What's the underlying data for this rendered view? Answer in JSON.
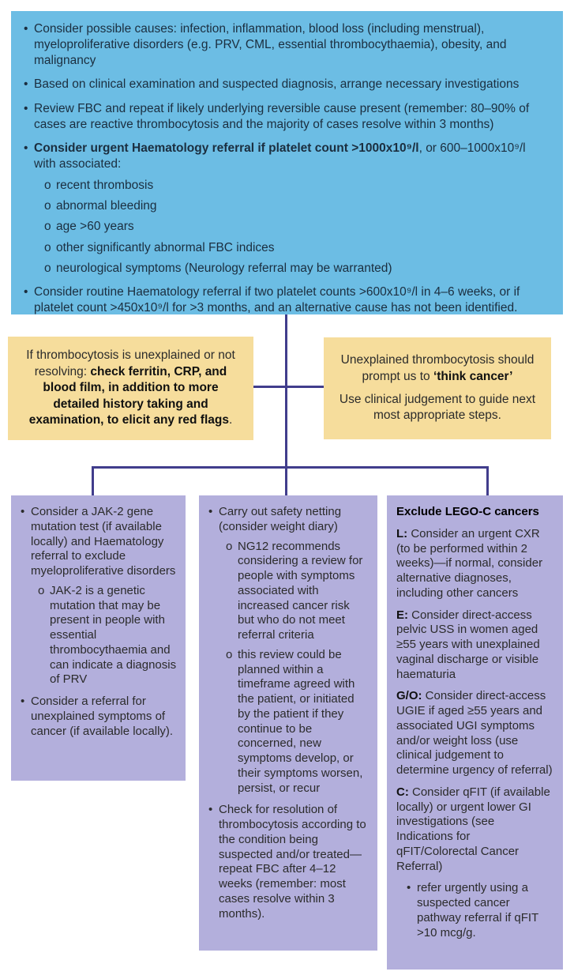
{
  "palette": {
    "blue": "#6cbde4",
    "blue_text": "#1b2e3f",
    "yellow": "#f6dd9c",
    "purple": "#b3afdc",
    "line": "#413d8c",
    "dark_text": "#2b2b2b"
  },
  "markers": {
    "bullet": "•",
    "sub": "o"
  },
  "top_box": {
    "bullets": [
      {
        "segments": [
          {
            "t": "Consider possible causes: infection, inflammation, blood loss (including menstrual), myeloproliferative disorders (e.g. PRV, CML, essential thrombocythaemia), obesity, and malignancy"
          }
        ]
      },
      {
        "segments": [
          {
            "t": "Based on clinical examination and suspected diagnosis, arrange necessary investigations"
          }
        ]
      },
      {
        "segments": [
          {
            "t": "Review FBC and repeat if likely underlying reversible cause present (remember: 80–90% of cases are reactive thrombocytosis and the majority of cases resolve within 3 months)"
          }
        ]
      },
      {
        "segments": [
          {
            "t": "Consider urgent Haematology referral if platelet count >1000x10⁹/l",
            "b": true
          },
          {
            "t": ", or 600–1000x10⁹/l with associated:"
          }
        ],
        "sub": [
          "recent thrombosis",
          "abnormal bleeding",
          "age >60 years",
          "other significantly abnormal FBC indices",
          "neurological symptoms (Neurology referral may be warranted)"
        ]
      },
      {
        "segments": [
          {
            "t": "Consider routine Haematology referral if two platelet counts >600x10⁹/l in 4–6 weeks, or if platelet count >450x10⁹/l for >3 months, and an alternative cause has not been identified."
          }
        ]
      }
    ]
  },
  "yellow_left": {
    "para": [
      {
        "t": "If thrombocytosis is unexplained or not resolving: "
      },
      {
        "t": "check ferritin, CRP, and blood film, in addition to more detailed history taking and examination, to elicit any red flags",
        "b": true
      },
      {
        "t": "."
      }
    ]
  },
  "yellow_right": {
    "para1": [
      {
        "t": "Unexplained thrombocytosis should prompt us to "
      },
      {
        "t": "‘think cancer’",
        "b": true
      }
    ],
    "para2": [
      {
        "t": "Use clinical judgement to guide next most appropriate steps."
      }
    ]
  },
  "col1": {
    "bullets": [
      {
        "segments": [
          {
            "t": "Consider a JAK-2 gene mutation test (if available locally) and Haematology referral to exclude myeloproliferative disorders"
          }
        ],
        "sub": [
          "JAK-2 is a genetic mutation that may be present in people with essential thrombocythaemia and can indicate a diagnosis of PRV"
        ]
      },
      {
        "segments": [
          {
            "t": "Consider a referral for unexplained symptoms of cancer (if available locally)."
          }
        ]
      }
    ]
  },
  "col2": {
    "bullets": [
      {
        "segments": [
          {
            "t": "Carry out safety netting (consider weight diary)"
          }
        ],
        "sub": [
          "NG12 recommends considering a review for people with symptoms associated with increased cancer risk but who do not meet referral criteria",
          "this review could be planned within a timeframe agreed with the patient, or initiated by the patient if they continue to be concerned, new symptoms develop, or their symptoms worsen, persist, or recur"
        ]
      },
      {
        "segments": [
          {
            "t": "Check for resolution of thrombocytosis according to the condition being suspected and/or treated—repeat FBC after 4–12 weeks (remember: most cases resolve within 3 months)."
          }
        ]
      }
    ]
  },
  "col3": {
    "title": "Exclude LEGO-C cancers",
    "items": [
      {
        "segments": [
          {
            "t": "L:",
            "b": true
          },
          {
            "t": " Consider an urgent CXR (to be performed within 2 weeks)—if normal, consider alternative diagnoses, including other cancers"
          }
        ]
      },
      {
        "segments": [
          {
            "t": "E:",
            "b": true
          },
          {
            "t": " Consider direct-access pelvic USS in women aged ≥55 years with unexplained vaginal discharge or visible haematuria"
          }
        ]
      },
      {
        "segments": [
          {
            "t": "G/O:",
            "b": true
          },
          {
            "t": " Consider direct-access UGIE if aged ≥55 years and associated UGI symptoms and/or weight loss (use clinical judgement to determine urgency of referral)"
          }
        ]
      },
      {
        "segments": [
          {
            "t": "C:",
            "b": true
          },
          {
            "t": " Consider qFIT (if available locally) or urgent lower GI investigations (see Indications for qFIT/Colorectal Cancer Referral)"
          }
        ]
      }
    ],
    "sub": [
      "refer urgently using a suspected cancer pathway referral if qFIT >10 mcg/g."
    ]
  }
}
